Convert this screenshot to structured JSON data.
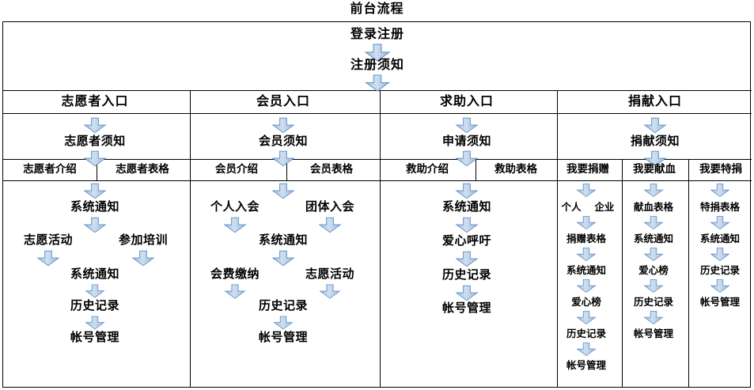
{
  "diagram": {
    "title": "前台流程",
    "accent_fill": "#b6cce4",
    "accent_stroke": "#5b8ec4",
    "border_color": "#000000",
    "background": "#ffffff",
    "arrow_icon_name": "down-block-arrow-icon"
  },
  "top": {
    "login": "登录注册",
    "notice": "注册须知"
  },
  "entries": [
    {
      "id": "volunteer",
      "label": "志愿者入口",
      "notice": "志愿者须知",
      "subcolumns": [
        {
          "label": "志愿者介绍"
        },
        {
          "label": "志愿者表格"
        }
      ],
      "steps": [
        "系统通知",
        "志愿活动",
        "参加培训",
        "系统通知",
        "历史记录",
        "帐号管理"
      ]
    },
    {
      "id": "member",
      "label": "会员入口",
      "notice": "会员须知",
      "subcolumns": [
        {
          "label": "会员介绍"
        },
        {
          "label": "会员表格"
        }
      ],
      "steps": [
        "个人入会",
        "团体入会",
        "系统通知",
        "会费缴纳",
        "志愿活动",
        "历史记录",
        "帐号管理"
      ]
    },
    {
      "id": "help",
      "label": "求助入口",
      "notice": "申请须知",
      "subcolumns": [
        {
          "label": "救助介绍"
        },
        {
          "label": "救助表格"
        }
      ],
      "steps": [
        "系统通知",
        "爱心呼吁",
        "历史记录",
        "帐号管理"
      ]
    },
    {
      "id": "donate",
      "label": "捐献入口",
      "notice": "捐献须知",
      "subcolumns": [
        {
          "label": "我要捐赠"
        },
        {
          "label": "我要献血"
        },
        {
          "label": "我要特捐"
        }
      ],
      "branches": [
        {
          "id": "donate-gift",
          "steps": [
            "个人",
            "企业",
            "捐赠表格",
            "系统通知",
            "爱心榜",
            "历史记录",
            "帐号管理"
          ]
        },
        {
          "id": "donate-blood",
          "steps": [
            "献血表格",
            "系统通知",
            "爱心榜",
            "历史记录",
            "帐号管理"
          ]
        },
        {
          "id": "donate-spec",
          "steps": [
            "特捐表格",
            "系统通知",
            "历史记录",
            "帐号管理"
          ]
        }
      ]
    }
  ]
}
